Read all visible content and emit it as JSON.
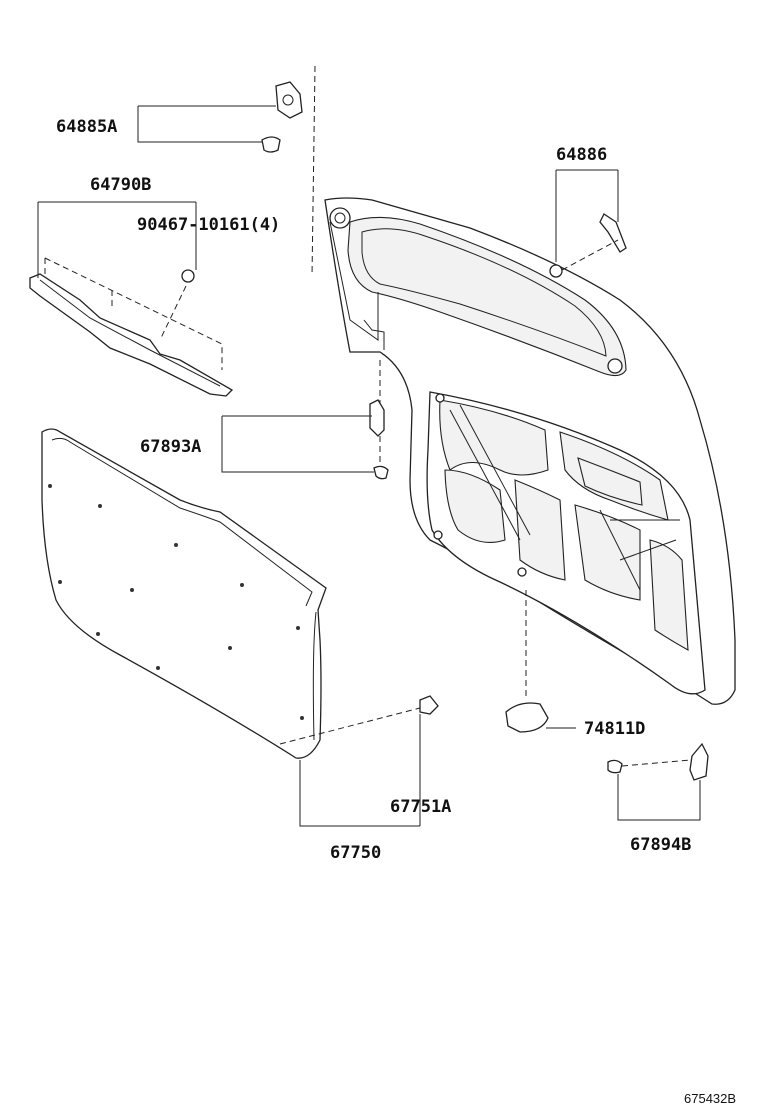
{
  "diagram": {
    "id": "675432B",
    "parts": [
      {
        "key": "p64885A",
        "number": "64885A"
      },
      {
        "key": "p64790B",
        "number": "64790B"
      },
      {
        "key": "p90467",
        "number": "90467-10161(4)"
      },
      {
        "key": "p64886",
        "number": "64886"
      },
      {
        "key": "p67893A",
        "number": "67893A"
      },
      {
        "key": "p74811D",
        "number": "74811D"
      },
      {
        "key": "p67751A",
        "number": "67751A"
      },
      {
        "key": "p67750",
        "number": "67750"
      },
      {
        "key": "p67894B",
        "number": "67894B"
      }
    ]
  }
}
